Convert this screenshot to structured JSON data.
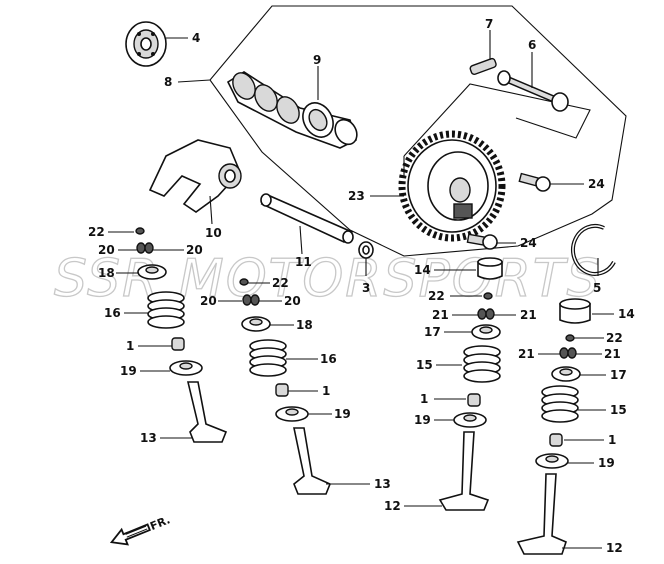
{
  "watermark": "SSR MOTORSPORTS",
  "direction_label": "FR.",
  "labels": {
    "l4": "4",
    "l7": "7",
    "l6": "6",
    "l8": "8",
    "l9": "9",
    "l23": "23",
    "l24a": "24",
    "l24b": "24",
    "l10": "10",
    "l11": "11",
    "l3": "3",
    "l5": "5",
    "l22a": "22",
    "l20a": "20",
    "l20b": "20",
    "l18a": "18",
    "l16a": "16",
    "l1a": "1",
    "l19a": "19",
    "l13a": "13",
    "l22b": "22",
    "l20c": "20",
    "l20d": "20",
    "l18b": "18",
    "l16b": "16",
    "l1b": "1",
    "l19b": "19",
    "l13b": "13",
    "l14a": "14",
    "l22c": "22",
    "l21a": "21",
    "l21b": "21",
    "l17a": "17",
    "l15a": "15",
    "l1c": "1",
    "l19c": "19",
    "l12a": "12",
    "l14b": "14",
    "l22d": "22",
    "l21c": "21",
    "l21d": "21",
    "l17b": "17",
    "l15b": "15",
    "l1d": "1",
    "l19d": "19",
    "l12b": "12"
  }
}
